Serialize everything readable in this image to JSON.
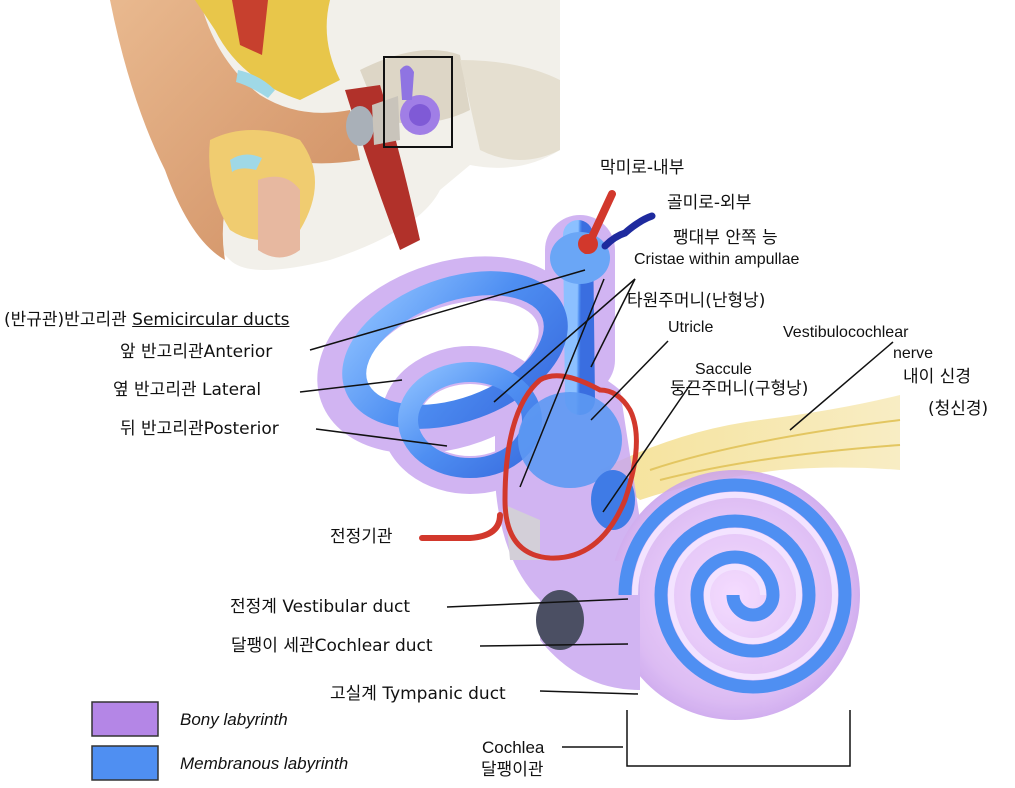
{
  "labels": {
    "membranous_inner": "막미로-내부",
    "bony_outer": "골미로-외부",
    "ampulla_inner": "팽대부 안쪽 능",
    "cristae": "Cristae within ampullae",
    "semicircular_kr": "(반규관)반고리관 ",
    "semicircular_en": "Semicircular ducts",
    "anterior_kr": "앞 반고리관",
    "anterior_en": "Anterior",
    "lateral_kr": "옆 반고리관 ",
    "lateral_en": "Lateral",
    "posterior_kr": "뒤 반고리관",
    "posterior_en": "Posterior",
    "utricle_kr": "타원주머니(난형낭)",
    "utricle_en": "Utricle",
    "saccule_en": "Saccule",
    "saccule_kr": "둥근주머니(구형낭)",
    "nerve_en_1": "Vestibulocochlear",
    "nerve_en_2": "nerve",
    "nerve_kr_1": "내이 신경",
    "nerve_kr_2": "(청신경)",
    "vestibule_kr": "전정기관",
    "vestibular_kr": "전정계 ",
    "vestibular_en": "Vestibular duct",
    "cochlear_kr": "달팽이 세관",
    "cochlear_en": "Cochlear duct",
    "tympanic_kr": "고실계 ",
    "tympanic_en": "Tympanic duct",
    "cochlea_en": "Cochlea",
    "cochlea_kr": "달팽이관"
  },
  "legend": [
    {
      "label": "Bony labyrinth",
      "color": "#b486e6"
    },
    {
      "label": "Membranous labyrinth",
      "color": "#4f8ff2"
    }
  ],
  "colors": {
    "bony": "#b486e6",
    "membranous": "#4f8ff2",
    "highlight": "#d2382c",
    "membranous_mark": "#1e2a9e",
    "nerve": "#f1d77a"
  }
}
